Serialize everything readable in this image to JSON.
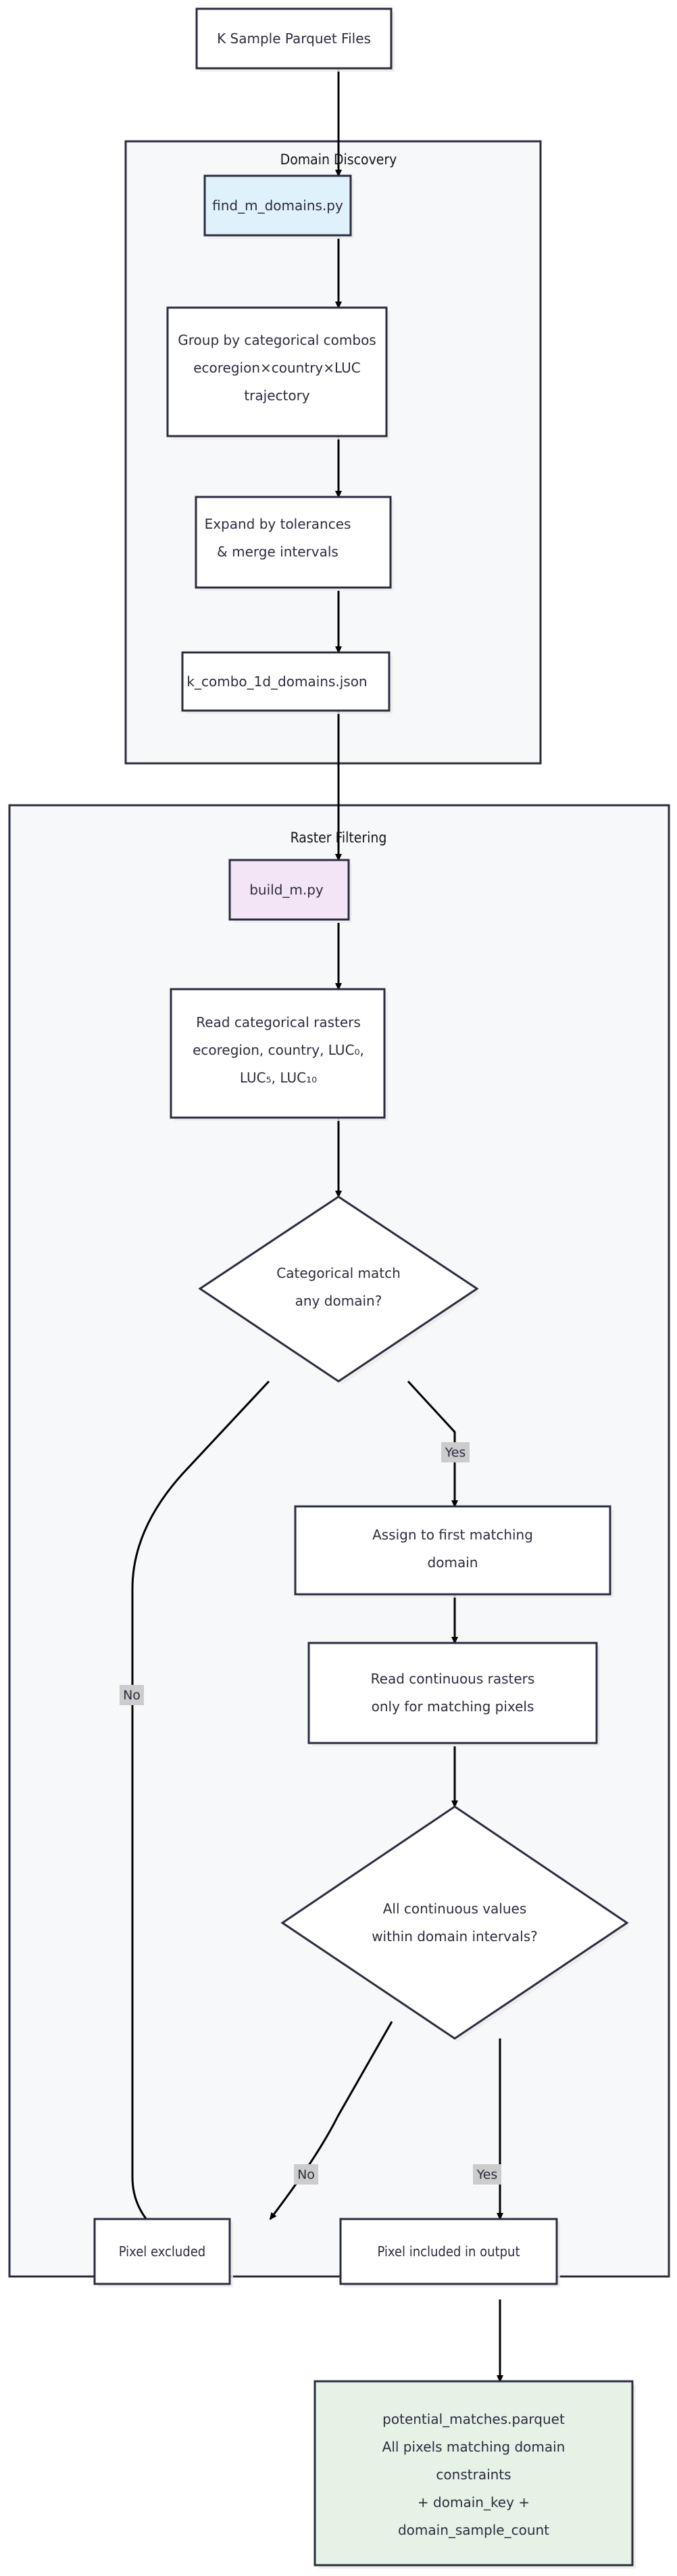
{
  "diagram": {
    "type": "flowchart",
    "direction": "top-to-bottom",
    "title_visible": false,
    "colors": {
      "node_border": "#2b2b40",
      "node_fill": "#ffffff",
      "script_blue": "#dff1fb",
      "script_pink": "#f3e5f5",
      "output_green": "#e6f2e6",
      "cluster_fill": "#f7f8fa",
      "edge": "#000000",
      "edge_label_bg": "#cccccc",
      "text": "#2b2b40"
    }
  },
  "nodes": {
    "input_parquet": {
      "label": "K Sample Parquet Files",
      "shape": "rect",
      "style": "plain"
    },
    "find_domains_script": {
      "label": "find_m_domains.py",
      "shape": "rect",
      "style": "script-blue"
    },
    "group_combos": {
      "lines": [
        "Group by categorical combos",
        "ecoregion×country×LUC",
        "trajectory"
      ],
      "shape": "rect",
      "style": "plain"
    },
    "expand_tolerances": {
      "lines": [
        "Expand by tolerances",
        "& merge intervals"
      ],
      "shape": "rect",
      "style": "plain"
    },
    "domains_json": {
      "label": "k_combo_1d_domains.json",
      "shape": "rect",
      "style": "plain"
    },
    "build_script": {
      "label": "build_m.py",
      "shape": "rect",
      "style": "script-pink"
    },
    "read_categorical": {
      "lines": [
        "Read categorical rasters",
        "ecoregion, country, LUC₀,",
        "LUC₅, LUC₁₀"
      ],
      "shape": "rect",
      "style": "plain"
    },
    "categorical_decision": {
      "lines": [
        "Categorical match",
        "any domain?"
      ],
      "shape": "diamond",
      "style": "plain"
    },
    "assign_domain": {
      "lines": [
        "Assign to first matching",
        "domain"
      ],
      "shape": "rect",
      "style": "plain"
    },
    "read_continuous": {
      "lines": [
        "Read continuous rasters",
        "only for matching pixels"
      ],
      "shape": "rect",
      "style": "plain"
    },
    "continuous_decision": {
      "lines": [
        "All continuous values",
        "within domain intervals?"
      ],
      "shape": "diamond",
      "style": "plain"
    },
    "pixel_excluded": {
      "label": "Pixel excluded",
      "shape": "rect",
      "style": "plain"
    },
    "pixel_included": {
      "label": "Pixel included in output",
      "shape": "rect",
      "style": "plain"
    },
    "output_parquet": {
      "lines": [
        "potential_matches.parquet",
        "All pixels matching domain",
        "constraints",
        "+ domain_key +",
        "domain_sample_count"
      ],
      "shape": "rect",
      "style": "output-green"
    }
  },
  "clusters": {
    "domain_discovery": {
      "label": "Domain Discovery"
    },
    "raster_filtering": {
      "label": "Raster Filtering"
    }
  },
  "edge_labels": {
    "categorical_yes": "Yes",
    "categorical_no": "No",
    "continuous_no": "No",
    "continuous_yes": "Yes"
  }
}
